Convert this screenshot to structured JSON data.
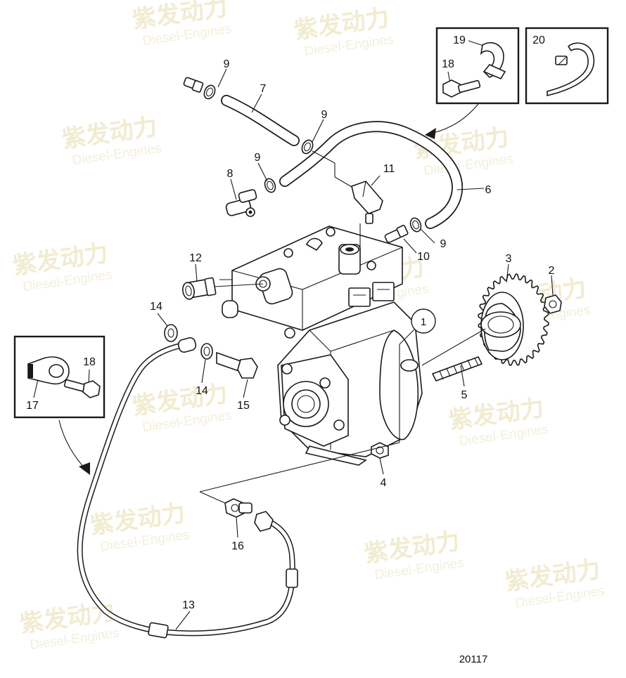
{
  "drawing_number": "20117",
  "watermark": {
    "brand_cn": "紫发动力",
    "brand_en": "Diesel-Engines"
  },
  "callouts": {
    "c1": "1",
    "c2": "2",
    "c3": "3",
    "c4": "4",
    "c5": "5",
    "c6": "6",
    "c7": "7",
    "c8": "8",
    "c9a": "9",
    "c9b": "9",
    "c9c": "9",
    "c9d": "9",
    "c10": "10",
    "c11": "11",
    "c12": "12",
    "c13": "13",
    "c14a": "14",
    "c14b": "14",
    "c15": "15",
    "c16": "16"
  },
  "inset_top_left": {
    "c19": "19",
    "c18": "18"
  },
  "inset_top_right": {
    "c20": "20"
  },
  "inset_bottom": {
    "c18": "18",
    "c17": "17"
  }
}
